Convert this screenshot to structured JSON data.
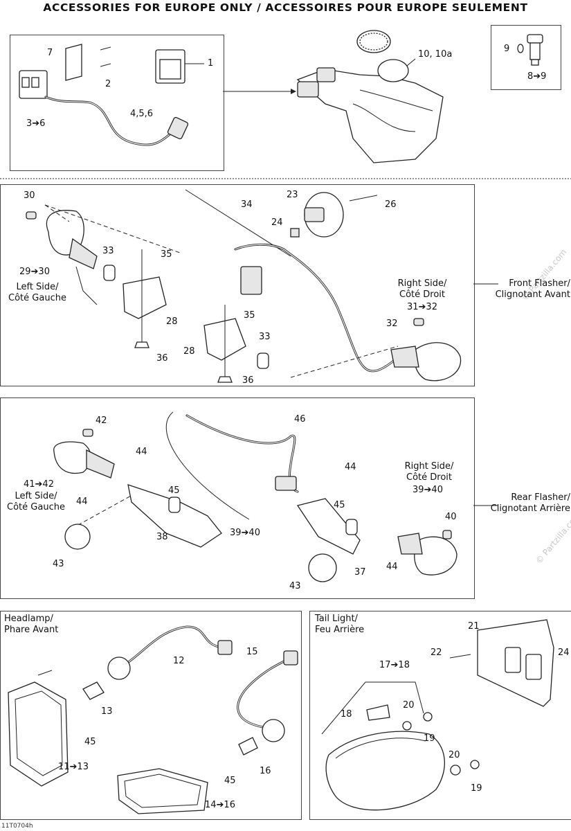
{
  "title": "ACCESSORIES FOR EUROPE ONLY / ACCESSOIRES POUR EUROPE SEULEMENT",
  "watermark": "© Partzilla.com",
  "reference": "11T0704h",
  "sections": {
    "front_flasher": "Front Flasher/\nClignotant Avant",
    "rear_flasher": "Rear Flasher/\nClignotant Arrière"
  },
  "labels": {
    "front_left": "Left Side/\nCôté Gauche",
    "front_right": "Right Side/\nCôté Droit",
    "rear_left": "Left Side/\nCôté Gauche",
    "rear_right": "Right Side/\nCôté Droit",
    "headlamp": "Headlamp/\nPhare Avant",
    "taillight": "Tail Light/\nFeu Arrière"
  },
  "callouts": {
    "p1": "1",
    "p2": "2",
    "p7": "7",
    "p3_6": "3➔6",
    "p4_5_6": "4,5,6",
    "p10": "10, 10a",
    "p9": "9",
    "p8_9": "8➔9",
    "p30": "30",
    "p29_30": "29➔30",
    "p33a": "33",
    "p35a": "35",
    "p34": "34",
    "p23": "23",
    "p24a": "24",
    "p26": "26",
    "p28a": "28",
    "p36a": "36",
    "p35b": "35",
    "p28b": "28",
    "p33b": "33",
    "p36b": "36",
    "p31_32": "31➔32",
    "p32": "32",
    "p42": "42",
    "p44a": "44",
    "p41_42": "41➔42",
    "p44b": "44",
    "p45a": "45",
    "p43a": "43",
    "p38": "38",
    "p39_40a": "39➔40",
    "p46": "46",
    "p44c": "44",
    "p39_40b": "39➔40",
    "p45b": "45",
    "p40": "40",
    "p37": "37",
    "p44d": "44",
    "p43b": "43",
    "p12": "12",
    "p15": "15",
    "p13": "13",
    "p45c": "45",
    "p11_13": "11➔13",
    "p45d": "45",
    "p16": "16",
    "p14_16": "14➔16",
    "p21": "21",
    "p22": "22",
    "p24b": "24",
    "p17_18": "17➔18",
    "p18": "18",
    "p20a": "20",
    "p19a": "19",
    "p20b": "20",
    "p19b": "19"
  }
}
